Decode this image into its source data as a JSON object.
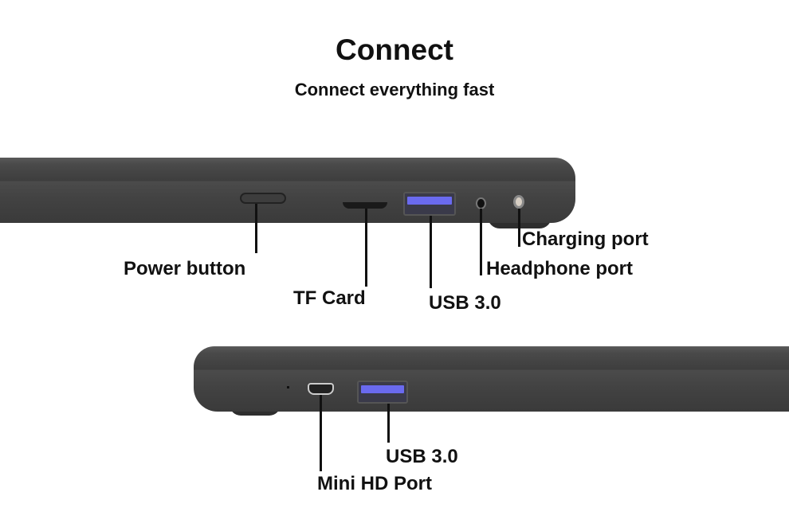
{
  "header": {
    "title": "Connect",
    "subtitle": "Connect everything fast"
  },
  "top_view": {
    "labels": {
      "power": "Power button",
      "tf": "TF Card",
      "usb": "USB 3.0",
      "headphone": "Headphone port",
      "charging": "Charging port"
    }
  },
  "bottom_view": {
    "labels": {
      "usb": "USB 3.0",
      "mini_hd": "Mini HD Port"
    }
  },
  "colors": {
    "laptop": "#444444",
    "usb_port": "#6a6af0",
    "text": "#111111"
  }
}
